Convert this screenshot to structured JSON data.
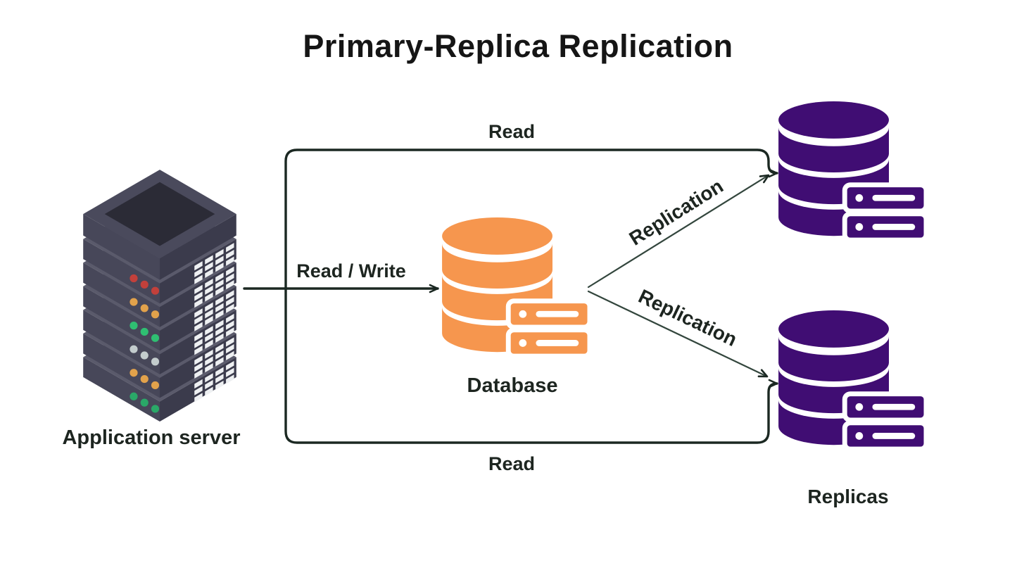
{
  "title": "Primary-Replica Replication",
  "nodes": {
    "app_server": {
      "label": "Application server",
      "icon": "server-rack-icon"
    },
    "database": {
      "label": "Database",
      "icon": "database-cylinder-icon"
    },
    "replicas": {
      "label": "Replicas",
      "icon": "database-cylinder-icon",
      "count": 2
    }
  },
  "edges": {
    "read_top": {
      "label": "Read",
      "from": "app_server",
      "to": "replica_top"
    },
    "read_write": {
      "label": "Read / Write",
      "from": "app_server",
      "to": "database"
    },
    "replication_top": {
      "label": "Replication",
      "from": "database",
      "to": "replica_top"
    },
    "replication_bottom": {
      "label": "Replication",
      "from": "database",
      "to": "replica_bottom"
    },
    "read_bottom": {
      "label": "Read",
      "from": "app_server",
      "to": "replica_bottom"
    }
  },
  "colors": {
    "database_accent": "#F6964E",
    "replica_accent": "#400D73",
    "read_line": "#1b2822",
    "replication_line": "#33463d",
    "text": "#1d2520",
    "background": "#ffffff",
    "server_left": "#474759",
    "server_right": "#3b3b4c",
    "server_top": "#4a4a5c",
    "server_sliver": "#5a5a6b",
    "server_panel": "#2b2b36",
    "led_red": "#c2403b",
    "led_amber": "#e2a24b",
    "led_green": "#2fbf72",
    "led_gray": "#c3cccd"
  }
}
